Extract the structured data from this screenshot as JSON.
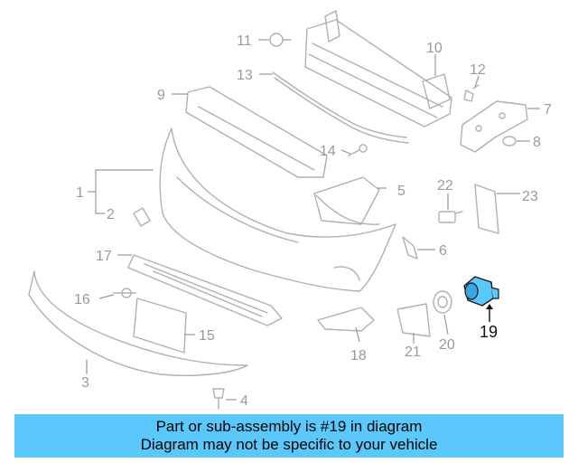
{
  "diagram": {
    "callouts": {
      "c1": "1",
      "c2": "2",
      "c3": "3",
      "c4": "4",
      "c5": "5",
      "c6": "6",
      "c7": "7",
      "c8": "8",
      "c9": "9",
      "c10": "10",
      "c11": "11",
      "c12": "12",
      "c13": "13",
      "c14": "14",
      "c15": "15",
      "c16": "16",
      "c17": "17",
      "c18": "18",
      "c19": "19",
      "c20": "20",
      "c21": "21",
      "c22": "22",
      "c23": "23"
    },
    "highlight_part": "19",
    "colors": {
      "line": "#b0b0b0",
      "highlight": "#5ac8fa",
      "banner": "#5ac8fa"
    }
  },
  "banner": {
    "line1": "Part or sub-assembly is #19 in diagram",
    "line2": "Diagram may not be specific to your vehicle"
  }
}
